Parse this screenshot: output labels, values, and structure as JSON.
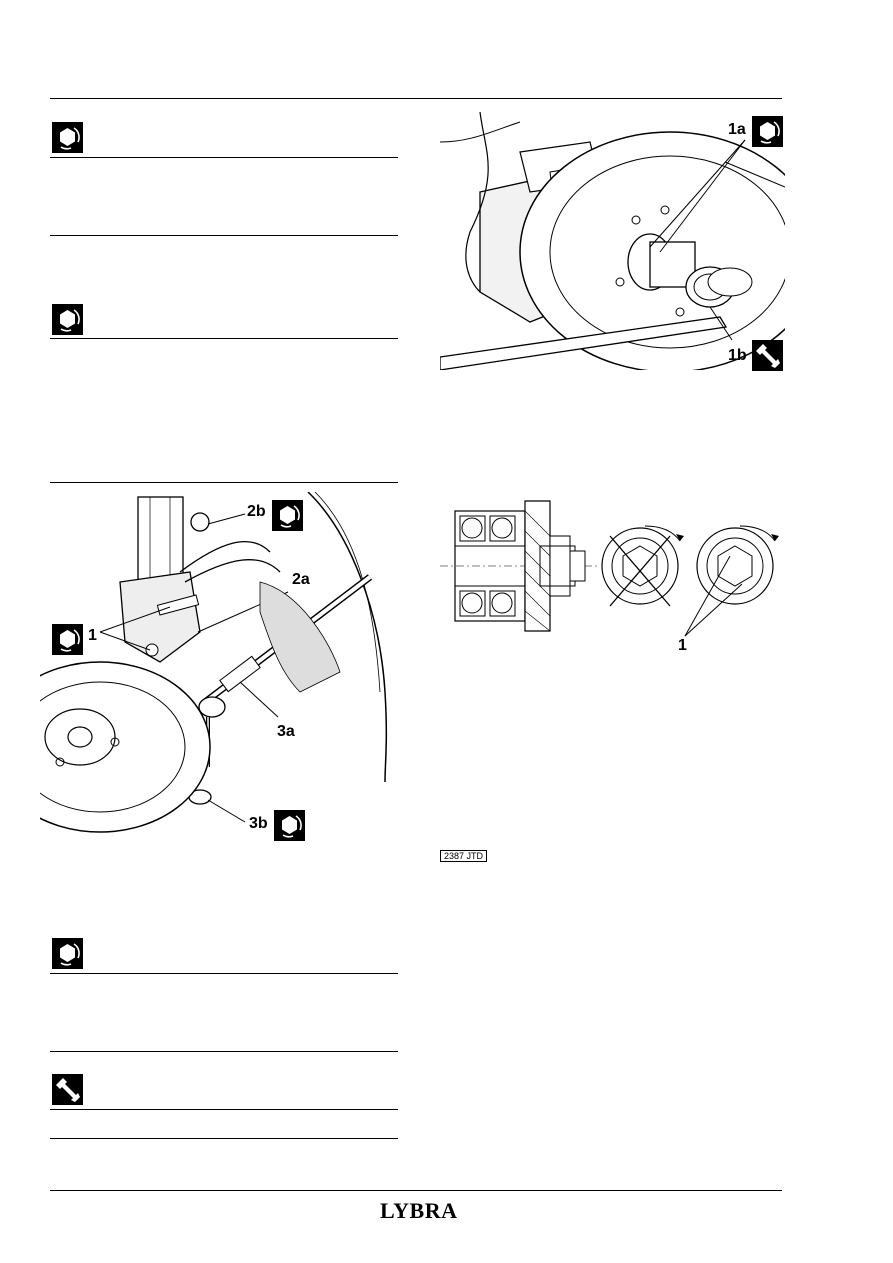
{
  "footer": {
    "brand": "LYBRA"
  },
  "figure_top_right": {
    "label_1a": "1a",
    "label_1b": "1b"
  },
  "figure_left": {
    "label_2b": "2b",
    "label_2a": "2a",
    "label_1": "1",
    "label_3a": "3a",
    "label_3b": "3b"
  },
  "figure_cross_section": {
    "label_1": "1"
  },
  "figure_code": "2387 JTD",
  "icons": {
    "tighten": "tighten-torque-icon",
    "wrench": "wrench-icon"
  }
}
